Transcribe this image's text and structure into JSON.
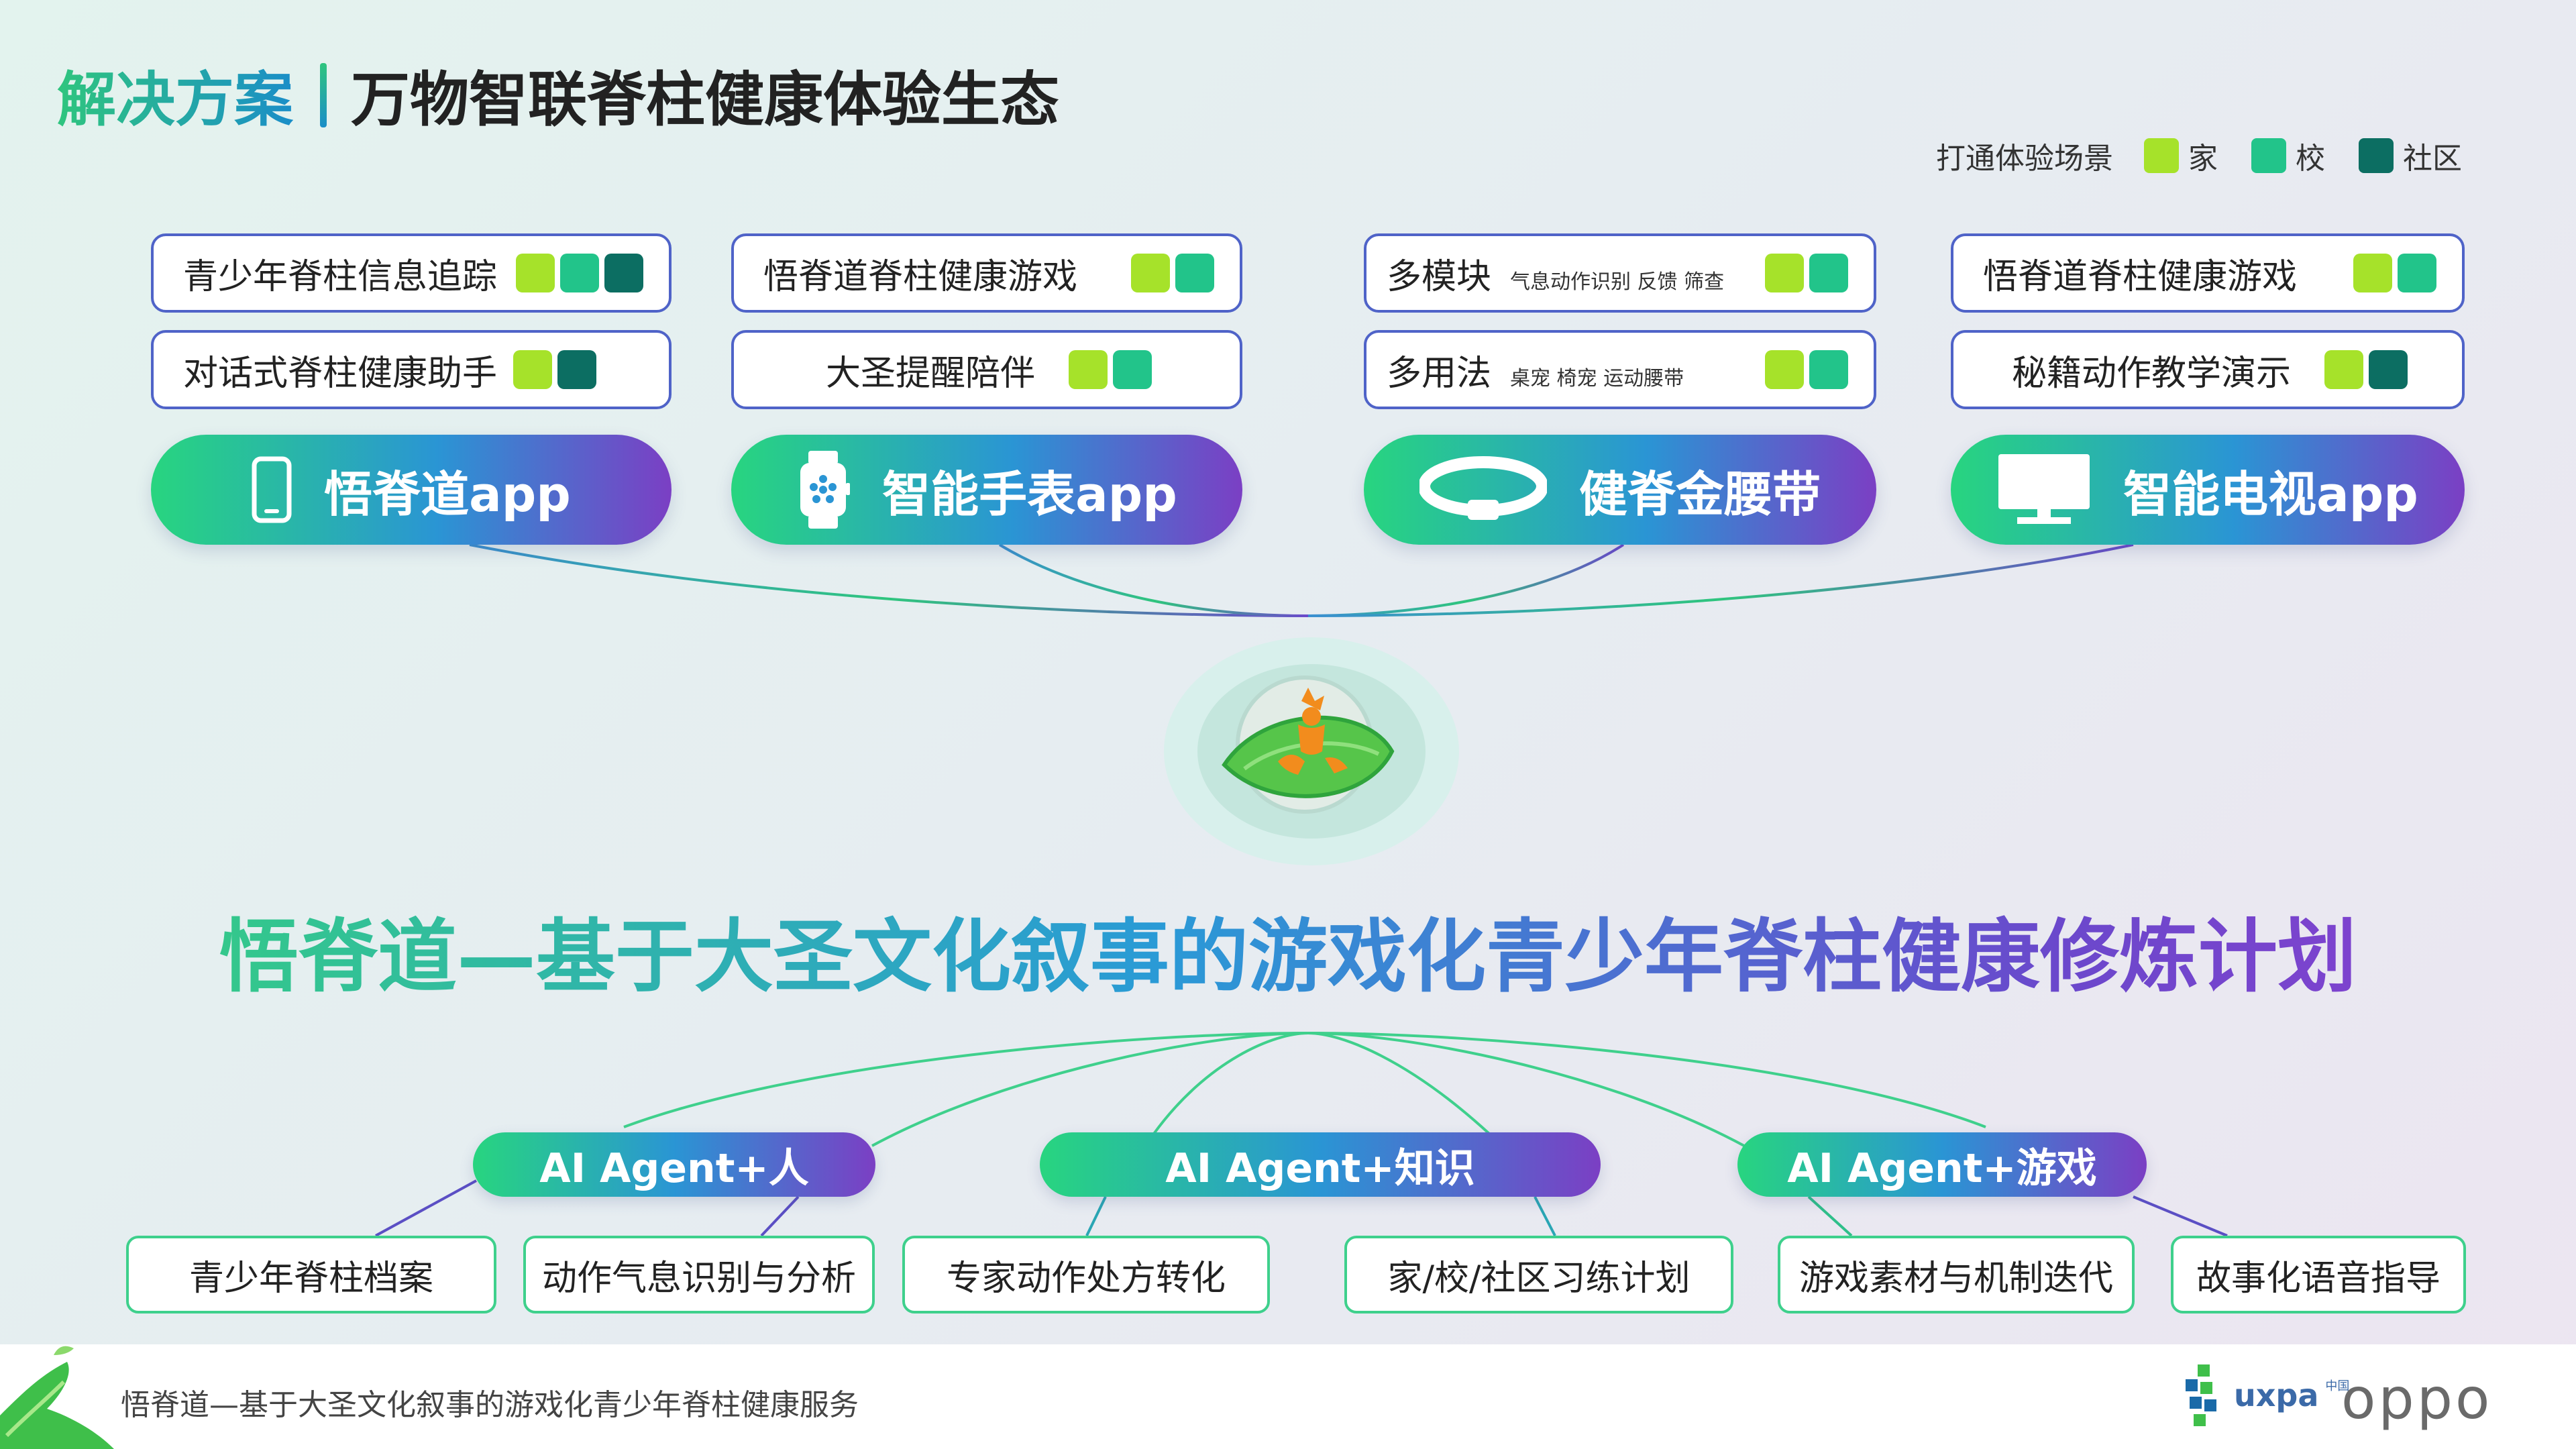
{
  "header": {
    "accent": "解决方案",
    "title": "万物智联脊柱健康体验生态"
  },
  "legend": {
    "label": "打通体验场景",
    "items": [
      {
        "label": "家",
        "color": "#a6e22a"
      },
      {
        "label": "校",
        "color": "#22c48a"
      },
      {
        "label": "社区",
        "color": "#0c6e62"
      }
    ]
  },
  "columns": [
    {
      "features": [
        {
          "label": "青少年脊柱信息追踪",
          "tags": [
            "home",
            "school",
            "comm"
          ]
        },
        {
          "label": "对话式脊柱健康助手",
          "tags": [
            "home",
            "comm"
          ]
        }
      ],
      "device": {
        "label": "悟脊道app",
        "icon": "phone-icon"
      }
    },
    {
      "features": [
        {
          "label": "悟脊道脊柱健康游戏",
          "tags": [
            "home",
            "school"
          ]
        },
        {
          "label": "大圣提醒陪伴",
          "tags": [
            "home",
            "school"
          ]
        }
      ],
      "device": {
        "label": "智能手表app",
        "icon": "watch-icon"
      }
    },
    {
      "features": [
        {
          "label": "多模块",
          "sub": "气息动作识别 反馈 筛查",
          "tags": [
            "home",
            "school"
          ]
        },
        {
          "label": "多用法",
          "sub": "桌宠 椅宠 运动腰带",
          "tags": [
            "home",
            "school"
          ]
        }
      ],
      "device": {
        "label": "健脊金腰带",
        "icon": "belt-icon"
      }
    },
    {
      "features": [
        {
          "label": "悟脊道脊柱健康游戏",
          "tags": [
            "home",
            "school"
          ]
        },
        {
          "label": "秘籍动作教学演示",
          "tags": [
            "home",
            "comm"
          ]
        }
      ],
      "device": {
        "label": "智能电视app",
        "icon": "tv-icon"
      }
    }
  ],
  "center": {
    "logo": "wujidao-monkey-logo",
    "title": "悟脊道—基于大圣文化叙事的游戏化青少年脊柱健康修炼计划"
  },
  "agents": [
    {
      "label": "AI Agent+人",
      "children": [
        "青少年脊柱档案",
        "动作气息识别与分析"
      ]
    },
    {
      "label": "AI Agent+知识",
      "children": [
        "专家动作处方转化",
        "家/校/社区习练计划"
      ]
    },
    {
      "label": "AI Agent+游戏",
      "children": [
        "游戏素材与机制迭代",
        "故事化语音指导"
      ]
    }
  ],
  "footer": {
    "text": "悟脊道—基于大圣文化叙事的游戏化青少年脊柱健康服务",
    "uxpa": "uxpa",
    "uxpa_cn": "中国",
    "oppo": "oppo"
  }
}
